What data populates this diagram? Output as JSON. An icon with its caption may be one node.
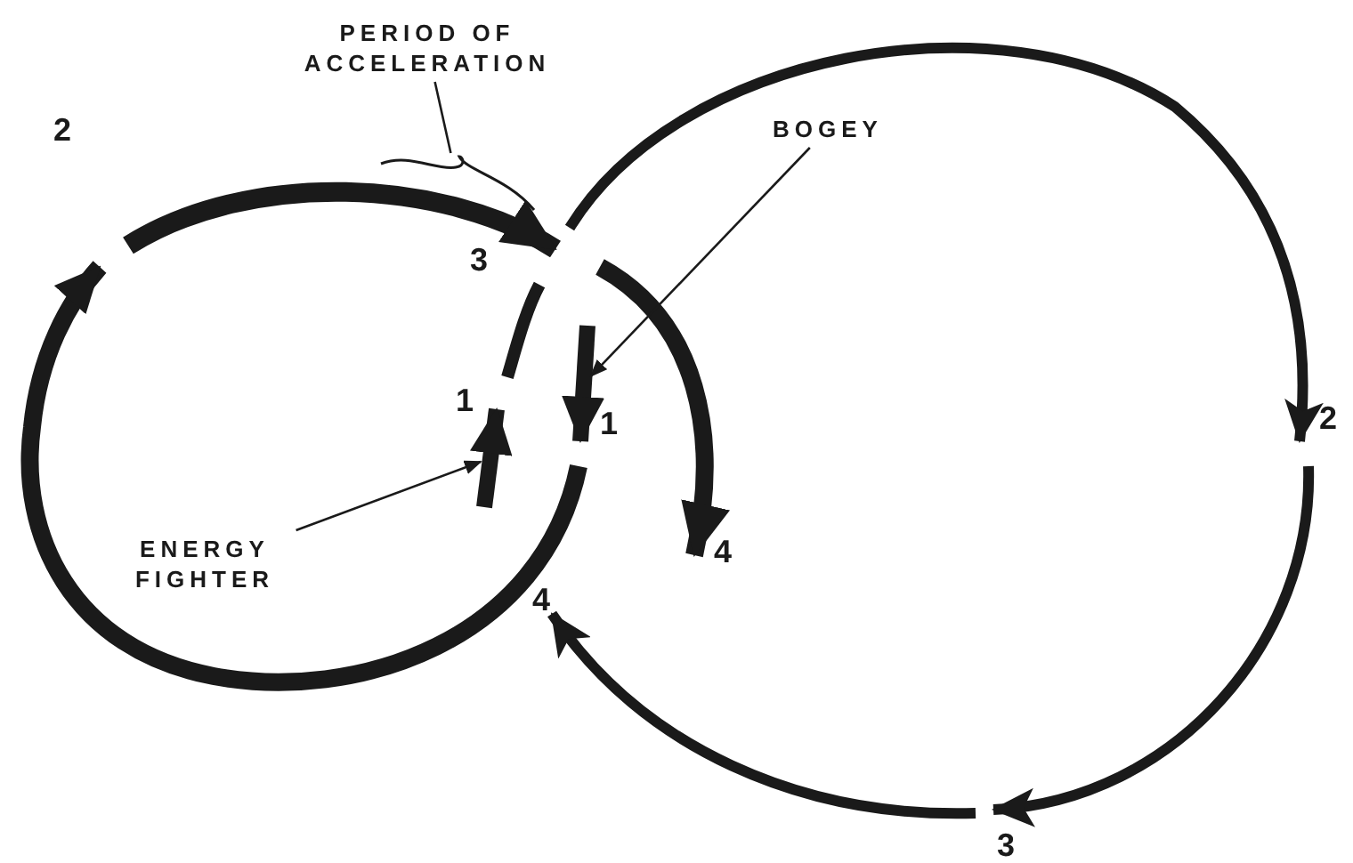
{
  "diagram": {
    "nodes": [
      {
        "text": [
          "PERIOD OF ACCELERATION"
        ]
      },
      {
        "text": [
          "BOGEY"
        ]
      },
      {
        "text": [
          "ENERGY FIGHTER"
        ]
      },
      {
        "text": [],
        "shape": "bracket"
      },
      {
        "text": [],
        "shape": "arrow"
      },
      {
        "text": [],
        "shape": "arrow"
      }
    ],
    "edges": [
      {
        "from": 0,
        "to": 3,
        "arrow": "none"
      },
      {
        "from": 1,
        "to": 4,
        "arrow": "to"
      },
      {
        "from": 2,
        "to": 5,
        "arrow": "to"
      }
    ],
    "labels": [
      "2",
      "3",
      "1",
      "2",
      "1",
      "4",
      "4",
      "3"
    ]
  }
}
